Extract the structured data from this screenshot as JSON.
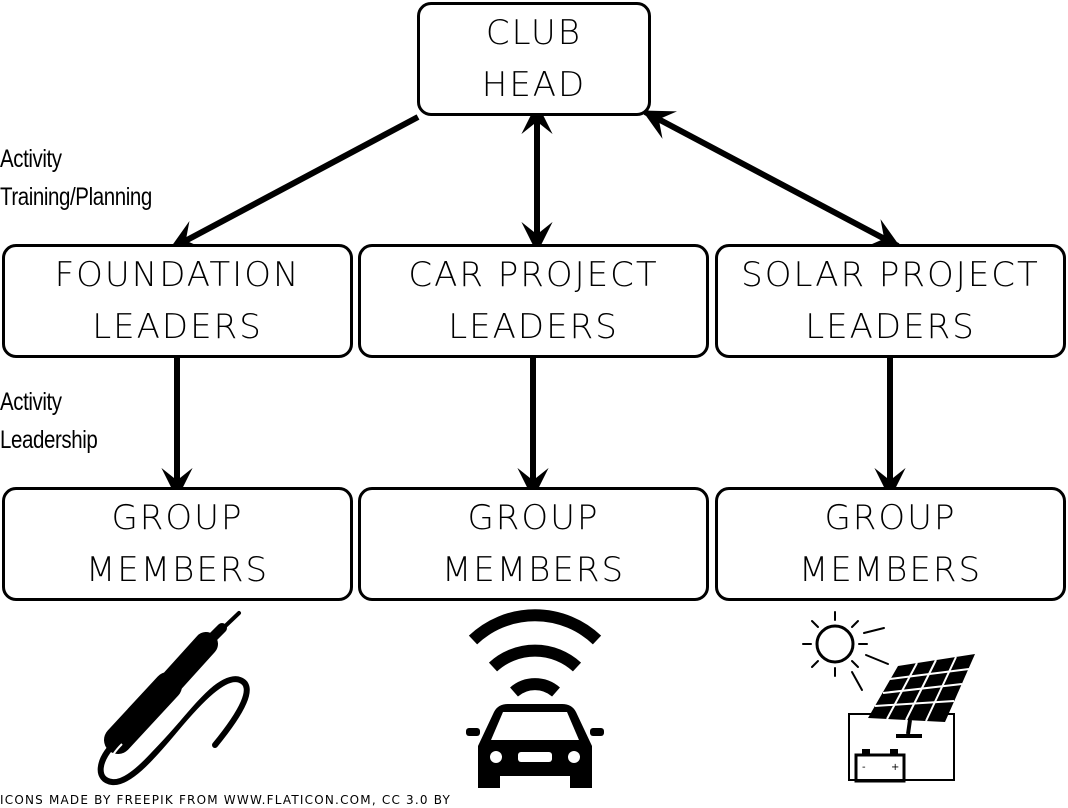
{
  "nodes": {
    "club_head": {
      "line1": "CLUB",
      "line2": "HEAD"
    },
    "foundation": {
      "line1": "FOUNDATION",
      "line2": "LEADERS"
    },
    "car_project": {
      "line1": "CAR PROJECT",
      "line2": "LEADERS"
    },
    "solar_project": {
      "line1": "SOLAR PROJECT",
      "line2": "LEADERS"
    },
    "members_foundation": {
      "line1": "GROUP",
      "line2": "MEMBERS"
    },
    "members_car": {
      "line1": "GROUP",
      "line2": "MEMBERS"
    },
    "members_solar": {
      "line1": "GROUP",
      "line2": "MEMBERS"
    }
  },
  "side_labels": {
    "top": {
      "line1": "Activity",
      "line2": "Training/Planning"
    },
    "middle": {
      "line1": "Activity",
      "line2": "Leadership"
    }
  },
  "credit": "Icons made by Freepik from www.flaticon.com, CC 3.0 BY",
  "icons": [
    "soldering-iron-icon",
    "connected-car-icon",
    "solar-panel-icon"
  ],
  "colors": {
    "ink": "#000000",
    "background": "#ffffff"
  }
}
